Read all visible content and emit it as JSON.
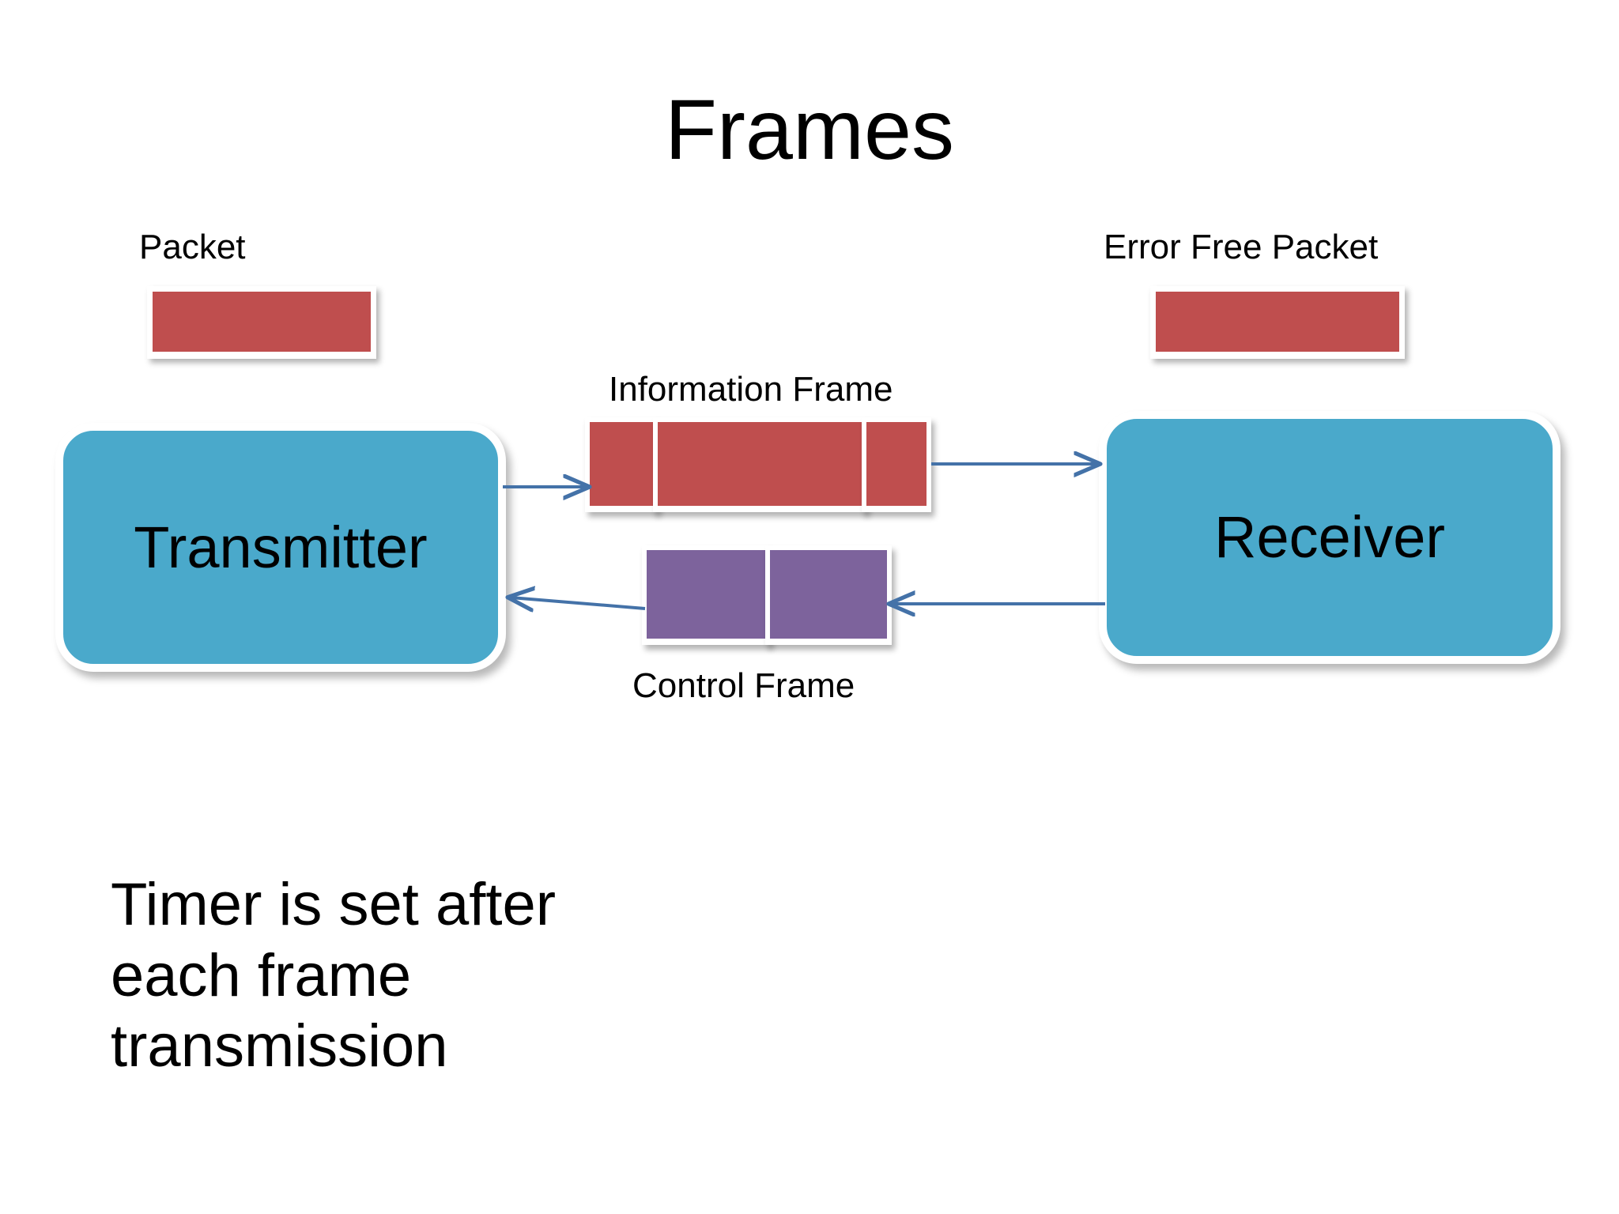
{
  "slide": {
    "title": "Frames",
    "background_color": "#ffffff"
  },
  "colors": {
    "packet_red": "#bf4e4e",
    "control_purple": "#7d639c",
    "endpoint_teal": "#4aa9cb",
    "arrow_blue": "#4472a8",
    "text": "#000000",
    "shape_border": "#ffffff"
  },
  "labels": {
    "packet": "Packet",
    "error_free_packet": "Error Free Packet",
    "information_frame": "Information Frame",
    "control_frame": "Control Frame"
  },
  "nodes": {
    "transmitter": "Transmitter",
    "receiver": "Receiver"
  },
  "information_frame": {
    "segments": [
      {
        "name": "header",
        "color": "#bf4e4e"
      },
      {
        "name": "payload",
        "color": "#bf4e4e"
      },
      {
        "name": "trailer",
        "color": "#bf4e4e"
      }
    ]
  },
  "control_frame": {
    "segments": [
      {
        "name": "control-header",
        "color": "#7d639c"
      },
      {
        "name": "control-body",
        "color": "#7d639c"
      }
    ]
  },
  "arrows": [
    {
      "name": "transmitter-to-information-frame",
      "direction": "right"
    },
    {
      "name": "information-frame-to-receiver",
      "direction": "right"
    },
    {
      "name": "control-frame-to-transmitter",
      "direction": "left"
    },
    {
      "name": "receiver-to-control-frame",
      "direction": "left"
    }
  ],
  "note": {
    "line1": "Timer is set after",
    "line2": "each frame",
    "line3": "transmission"
  }
}
